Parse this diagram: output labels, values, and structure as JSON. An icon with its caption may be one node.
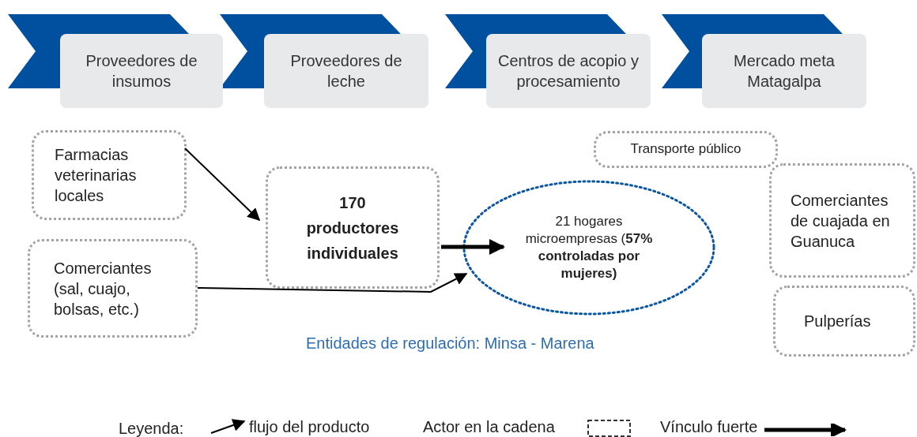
{
  "diagram": {
    "nodes": [
      {
        "text": [
          "Proveedores de insumos"
        ]
      },
      {
        "text": [
          "Proveedores de leche"
        ]
      },
      {
        "text": [
          "Centros de acopio y procesamiento"
        ]
      },
      {
        "text": [
          "Mercado meta Matagalpa"
        ]
      },
      {
        "text": [
          "Farmacias veterinarias locales"
        ]
      },
      {
        "text": [
          "Comerciantes (sal, cuajo, bolsas, etc.)"
        ]
      },
      {
        "text": [
          "170 productores individuales"
        ]
      },
      {
        "text": [
          "21 hogares microempresas (**57% controladas por mujeres)**"
        ]
      },
      {
        "text": [
          "Transporte público"
        ]
      },
      {
        "text": [
          "Comerciantes de cuajada en Guanuca"
        ]
      },
      {
        "text": [
          "Pulperías"
        ]
      }
    ],
    "edges": [
      {
        "from": 4,
        "to": 6,
        "arrow": "to"
      },
      {
        "from": 5,
        "to": 7,
        "arrow": "to"
      },
      {
        "from": 6,
        "to": 7,
        "arrow": "to",
        "style": "thick"
      }
    ],
    "labels": [
      "Entidades de regulación: Minsa - Marena",
      "Leyenda:"
    ],
    "legend": [
      {
        "text": "flujo del producto"
      },
      {
        "text": "Actor en la cadena"
      },
      {
        "text": "Vínculo fuerte"
      }
    ]
  }
}
